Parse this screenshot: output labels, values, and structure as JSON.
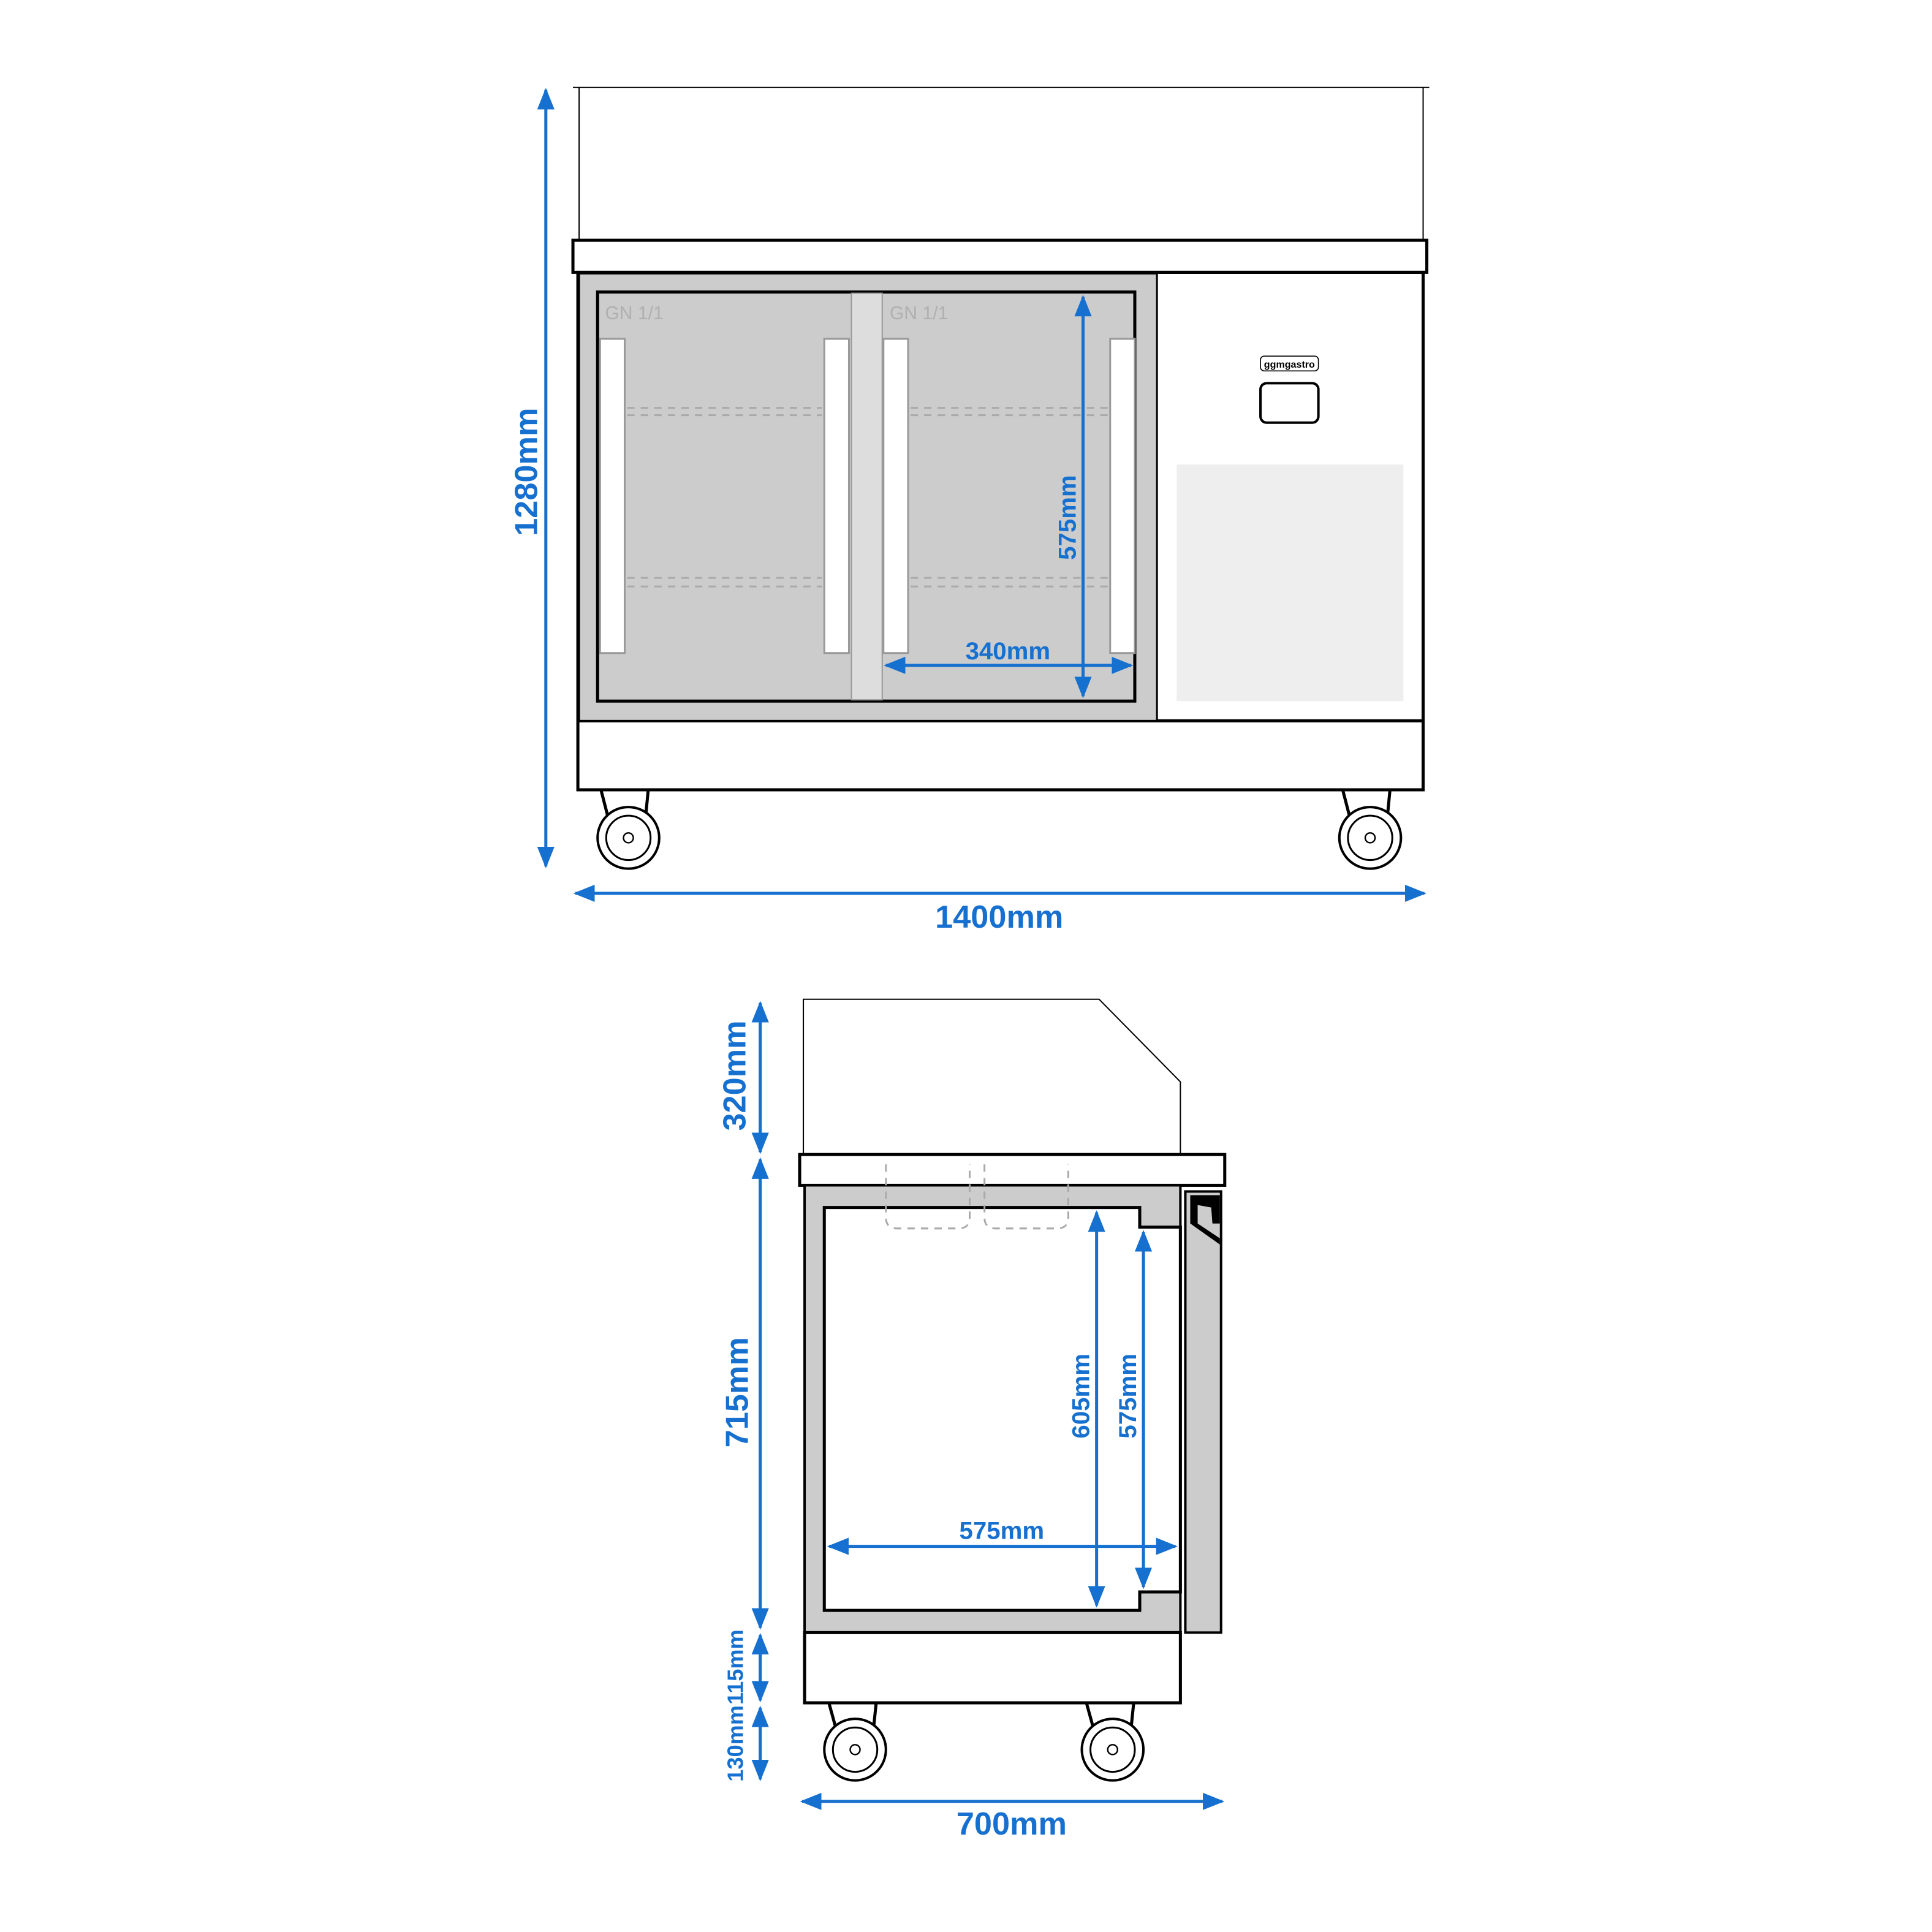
{
  "front_view": {
    "gn_labels": [
      "GN 1/1",
      "GN 1/1"
    ],
    "brand_logo": "ggmgastro",
    "dimensions": {
      "total_height": "1280mm",
      "total_width": "1400mm",
      "interior_height": "575mm",
      "interior_width": "340mm"
    }
  },
  "side_view": {
    "dimensions": {
      "glass_height": "320mm",
      "body_height": "715mm",
      "base_height": "115mm",
      "caster_height": "130mm",
      "total_depth": "700mm",
      "interior_height_outer": "605mm",
      "interior_height_inner": "575mm",
      "interior_depth": "575mm"
    }
  },
  "colors": {
    "dimension": "#1670cf",
    "panel": "#cccccc",
    "outline": "#000000"
  }
}
